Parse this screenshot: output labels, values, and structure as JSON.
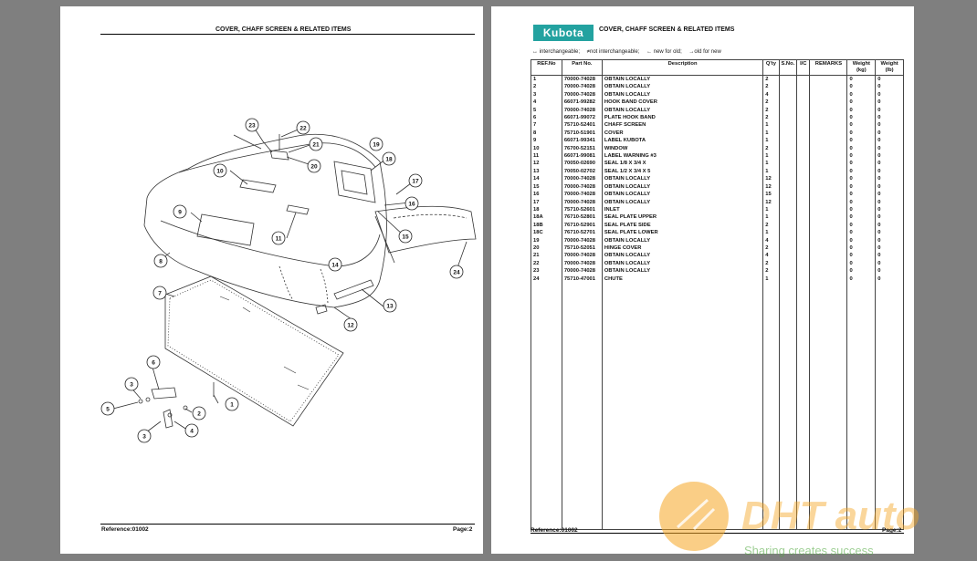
{
  "left_page": {
    "title": "COVER, CHAFF SCREEN & RELATED ITEMS",
    "callouts": [
      "1",
      "2",
      "3",
      "3",
      "4",
      "5",
      "6",
      "7",
      "8",
      "9",
      "10",
      "11",
      "12",
      "13",
      "14",
      "15",
      "16",
      "17",
      "18",
      "19",
      "20",
      "21",
      "22",
      "23",
      "24"
    ],
    "footer_reference": "Reference:01002",
    "footer_page": "Page:2"
  },
  "right_page": {
    "logo": "Kubota",
    "title": "COVER, CHAFF SCREEN & RELATED ITEMS",
    "legend": [
      "↔ interchangeable;",
      "≠not interchangeable;",
      "← new for old;",
      "→old for new"
    ],
    "headers": {
      "ref": "REF.No",
      "part": "Part No.",
      "desc": "Description",
      "qty": "Q'ty",
      "sno": "S.No.",
      "ic": "I/C",
      "remarks": "REMARKS",
      "kg": "Weight (kg)",
      "lb": "Weight (lb)"
    },
    "rows": [
      {
        "ref": "1",
        "part": "70000-74028",
        "desc": "OBTAIN LOCALLY",
        "qty": "2",
        "kg": "0",
        "lb": "0"
      },
      {
        "ref": "2",
        "part": "70000-74028",
        "desc": "OBTAIN LOCALLY",
        "qty": "2",
        "kg": "0",
        "lb": "0"
      },
      {
        "ref": "3",
        "part": "70000-74028",
        "desc": "OBTAIN LOCALLY",
        "qty": "4",
        "kg": "0",
        "lb": "0"
      },
      {
        "ref": "4",
        "part": "66071-99282",
        "desc": "HOOK BAND COVER",
        "qty": "2",
        "kg": "0",
        "lb": "0"
      },
      {
        "ref": "5",
        "part": "70000-74028",
        "desc": "OBTAIN LOCALLY",
        "qty": "2",
        "kg": "0",
        "lb": "0"
      },
      {
        "ref": "6",
        "part": "66071-99072",
        "desc": "PLATE HOOK BAND",
        "qty": "2",
        "kg": "0",
        "lb": "0"
      },
      {
        "ref": "7",
        "part": "75710-52401",
        "desc": "CHAFF SCREEN",
        "qty": "1",
        "kg": "0",
        "lb": "0"
      },
      {
        "ref": "8",
        "part": "75710-51901",
        "desc": "COVER",
        "qty": "1",
        "kg": "0",
        "lb": "0"
      },
      {
        "ref": "9",
        "part": "66071-99341",
        "desc": "LABEL KUBOTA",
        "qty": "1",
        "kg": "0",
        "lb": "0"
      },
      {
        "ref": "10",
        "part": "76700-52151",
        "desc": "WINDOW",
        "qty": "2",
        "kg": "0",
        "lb": "0"
      },
      {
        "ref": "11",
        "part": "66071-99081",
        "desc": "LABEL WARNING #3",
        "qty": "1",
        "kg": "0",
        "lb": "0"
      },
      {
        "ref": "12",
        "part": "70050-02690",
        "desc": "SEAL 1/8 X 3/4 X",
        "qty": "1",
        "kg": "0",
        "lb": "0"
      },
      {
        "ref": "13",
        "part": "70050-02702",
        "desc": "SEAL 1/2 X 3/4 X 5",
        "qty": "1",
        "kg": "0",
        "lb": "0"
      },
      {
        "ref": "14",
        "part": "70000-74028",
        "desc": "OBTAIN LOCALLY",
        "qty": "12",
        "kg": "0",
        "lb": "0"
      },
      {
        "ref": "15",
        "part": "70000-74028",
        "desc": "OBTAIN LOCALLY",
        "qty": "12",
        "kg": "0",
        "lb": "0"
      },
      {
        "ref": "16",
        "part": "70000-74028",
        "desc": "OBTAIN LOCALLY",
        "qty": "15",
        "kg": "0",
        "lb": "0"
      },
      {
        "ref": "17",
        "part": "70000-74028",
        "desc": "OBTAIN LOCALLY",
        "qty": "12",
        "kg": "0",
        "lb": "0"
      },
      {
        "ref": "18",
        "part": "75710-52601",
        "desc": "INLET",
        "qty": "1",
        "kg": "0",
        "lb": "0"
      },
      {
        "ref": "18A",
        "part": "76710-52801",
        "desc": "SEAL PLATE UPPER",
        "qty": "1",
        "kg": "0",
        "lb": "0"
      },
      {
        "ref": "18B",
        "part": "76710-52901",
        "desc": "SEAL PLATE SIDE",
        "qty": "2",
        "kg": "0",
        "lb": "0"
      },
      {
        "ref": "18C",
        "part": "76710-52701",
        "desc": "SEAL PLATE LOWER",
        "qty": "1",
        "kg": "0",
        "lb": "0"
      },
      {
        "ref": "19",
        "part": "70000-74028",
        "desc": "OBTAIN LOCALLY",
        "qty": "4",
        "kg": "0",
        "lb": "0"
      },
      {
        "ref": "20",
        "part": "75710-52051",
        "desc": "HINGE COVER",
        "qty": "2",
        "kg": "0",
        "lb": "0"
      },
      {
        "ref": "21",
        "part": "70000-74028",
        "desc": "OBTAIN LOCALLY",
        "qty": "4",
        "kg": "0",
        "lb": "0"
      },
      {
        "ref": "22",
        "part": "70000-74028",
        "desc": "OBTAIN LOCALLY",
        "qty": "2",
        "kg": "0",
        "lb": "0"
      },
      {
        "ref": "23",
        "part": "70000-74028",
        "desc": "OBTAIN LOCALLY",
        "qty": "2",
        "kg": "0",
        "lb": "0"
      },
      {
        "ref": "24",
        "part": "75710-47001",
        "desc": "CHUTE",
        "qty": "1",
        "kg": "0",
        "lb": "0"
      }
    ],
    "footer_reference": "Reference:01002",
    "footer_page": "Page:2"
  },
  "watermark": {
    "text": "DHT auto",
    "tagline": "Sharing creates success"
  },
  "colors": {
    "background": "#7f7f7f",
    "page": "#ffffff",
    "logo": "#23a2a0",
    "watermark_orange": "#f5a623",
    "watermark_green": "#4fa83d"
  }
}
